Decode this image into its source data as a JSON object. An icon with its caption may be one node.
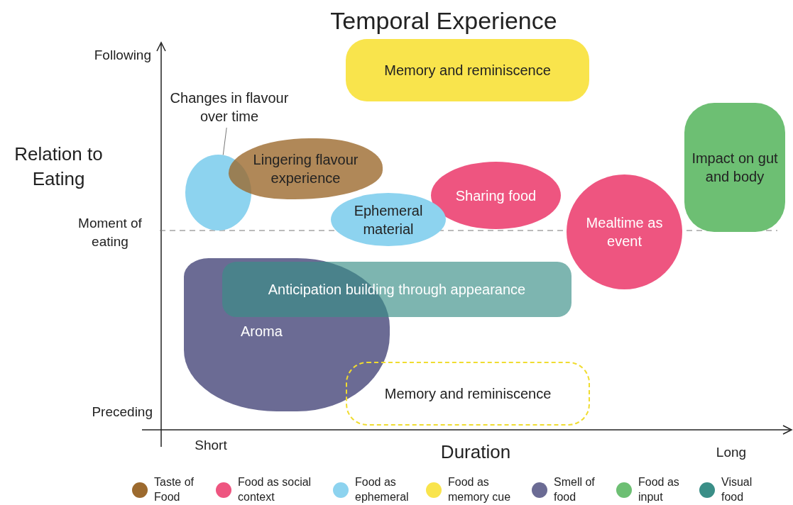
{
  "diagram": {
    "title": "Temporal Experience",
    "nodes": [
      {
        "text": [
          "Memory and reminiscence"
        ]
      },
      {
        "text": [
          "Changes in flavour over time"
        ]
      },
      {
        "text": [],
        "shape": "ellipse"
      },
      {
        "text": [
          "Lingering flavour experience"
        ]
      },
      {
        "text": [
          "Impact on gut and body"
        ]
      },
      {
        "text": [
          "Sharing food"
        ]
      },
      {
        "text": [
          "Ephemeral material"
        ]
      },
      {
        "text": [
          "Mealtime as event"
        ]
      },
      {
        "text": [
          "Aroma"
        ]
      },
      {
        "text": [
          "Anticipation building through appearance"
        ]
      },
      {
        "text": [
          "Memory and reminiscence"
        ]
      }
    ],
    "edges": [
      {
        "from": 1,
        "to": 2,
        "arrow": "none"
      }
    ],
    "labels": [
      "Following",
      "Relation to Eating",
      "Moment of eating",
      "Preceding",
      "Short",
      "Duration",
      "Long"
    ],
    "legend": [
      {
        "text": "Taste of Food",
        "color": "#9c6a2e"
      },
      {
        "text": "Food as social context",
        "color": "#ee5580"
      },
      {
        "text": "Food as ephemeral",
        "color": "#8dd3ef"
      },
      {
        "text": "Food as memory cue",
        "color": "#f9e44c"
      },
      {
        "text": "Smell of food",
        "color": "#6b6b94"
      },
      {
        "text": "Food as input",
        "color": "#6dbf73"
      },
      {
        "text": "Visual food",
        "color": "#3a8e87"
      }
    ]
  }
}
